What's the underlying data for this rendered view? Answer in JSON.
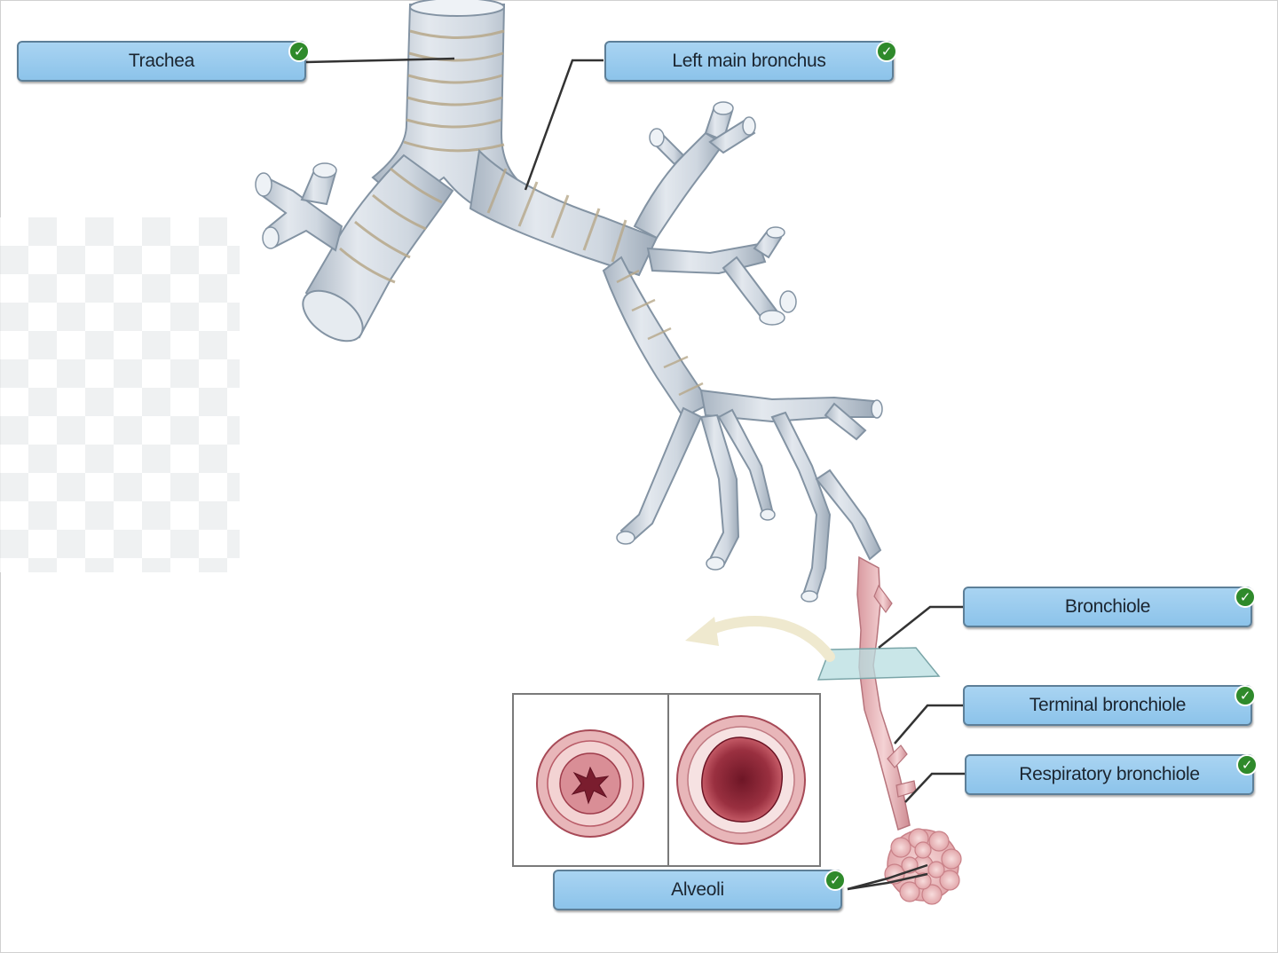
{
  "labels": {
    "trachea": "Trachea",
    "left_main_bronchus": "Left main bronchus",
    "bronchiole": "Bronchiole",
    "terminal_bronchiole": "Terminal bronchiole",
    "respiratory_bronchiole": "Respiratory bronchiole",
    "alveoli": "Alveoli"
  },
  "status": {
    "correct_icon": "checkmark-icon",
    "correct_glyph": "✓"
  },
  "colors": {
    "label_fill": "#9fcdef",
    "label_border": "#5d7f98",
    "check_green": "#2f8a2b",
    "airway_blue_gray": "#c9d3de",
    "bronchiole_pink": "#e9b9bc",
    "lumen_red": "#8e2736"
  }
}
